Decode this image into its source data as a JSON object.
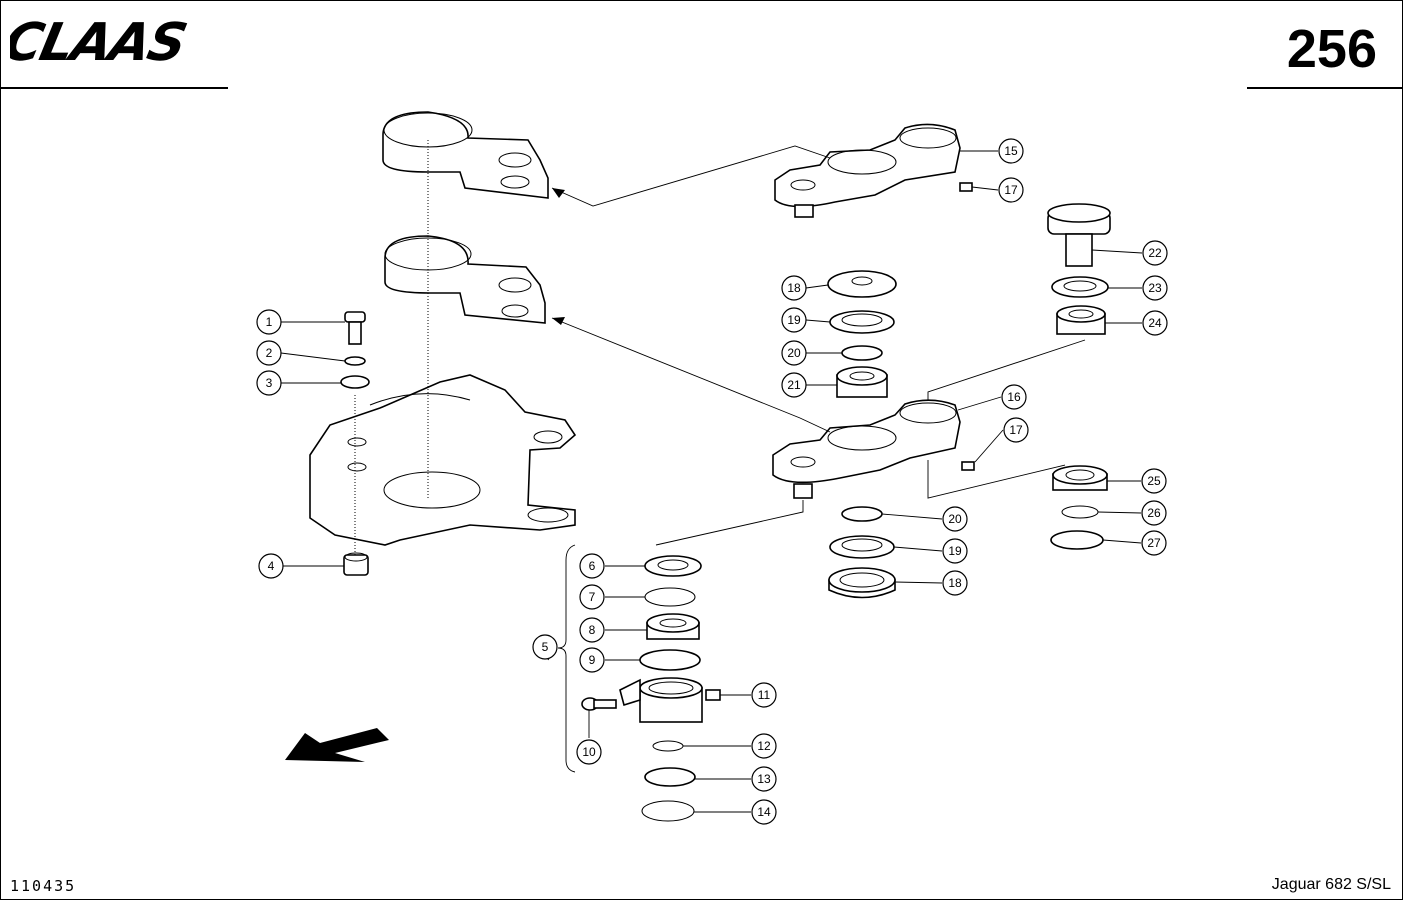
{
  "header": {
    "brand": "CLAAS",
    "page_number": "256"
  },
  "footer": {
    "drawing_code": "110435",
    "model": "Jaguar 682 S/SL"
  },
  "callouts": [
    {
      "id": "1",
      "label": "1"
    },
    {
      "id": "2",
      "label": "2"
    },
    {
      "id": "3",
      "label": "3"
    },
    {
      "id": "4",
      "label": "4"
    },
    {
      "id": "5",
      "label": "5"
    },
    {
      "id": "6",
      "label": "6"
    },
    {
      "id": "7",
      "label": "7"
    },
    {
      "id": "8",
      "label": "8"
    },
    {
      "id": "9",
      "label": "9"
    },
    {
      "id": "10",
      "label": "10"
    },
    {
      "id": "11",
      "label": "11"
    },
    {
      "id": "12",
      "label": "12"
    },
    {
      "id": "13",
      "label": "13"
    },
    {
      "id": "14",
      "label": "14"
    },
    {
      "id": "15",
      "label": "15"
    },
    {
      "id": "16",
      "label": "16"
    },
    {
      "id": "17a",
      "label": "17"
    },
    {
      "id": "17b",
      "label": "17"
    },
    {
      "id": "18a",
      "label": "18"
    },
    {
      "id": "18b",
      "label": "18"
    },
    {
      "id": "19a",
      "label": "19"
    },
    {
      "id": "19b",
      "label": "19"
    },
    {
      "id": "20a",
      "label": "20"
    },
    {
      "id": "20b",
      "label": "20"
    },
    {
      "id": "21",
      "label": "21"
    },
    {
      "id": "22",
      "label": "22"
    },
    {
      "id": "23",
      "label": "23"
    },
    {
      "id": "24",
      "label": "24"
    },
    {
      "id": "25",
      "label": "25"
    },
    {
      "id": "26",
      "label": "26"
    },
    {
      "id": "27",
      "label": "27"
    }
  ]
}
